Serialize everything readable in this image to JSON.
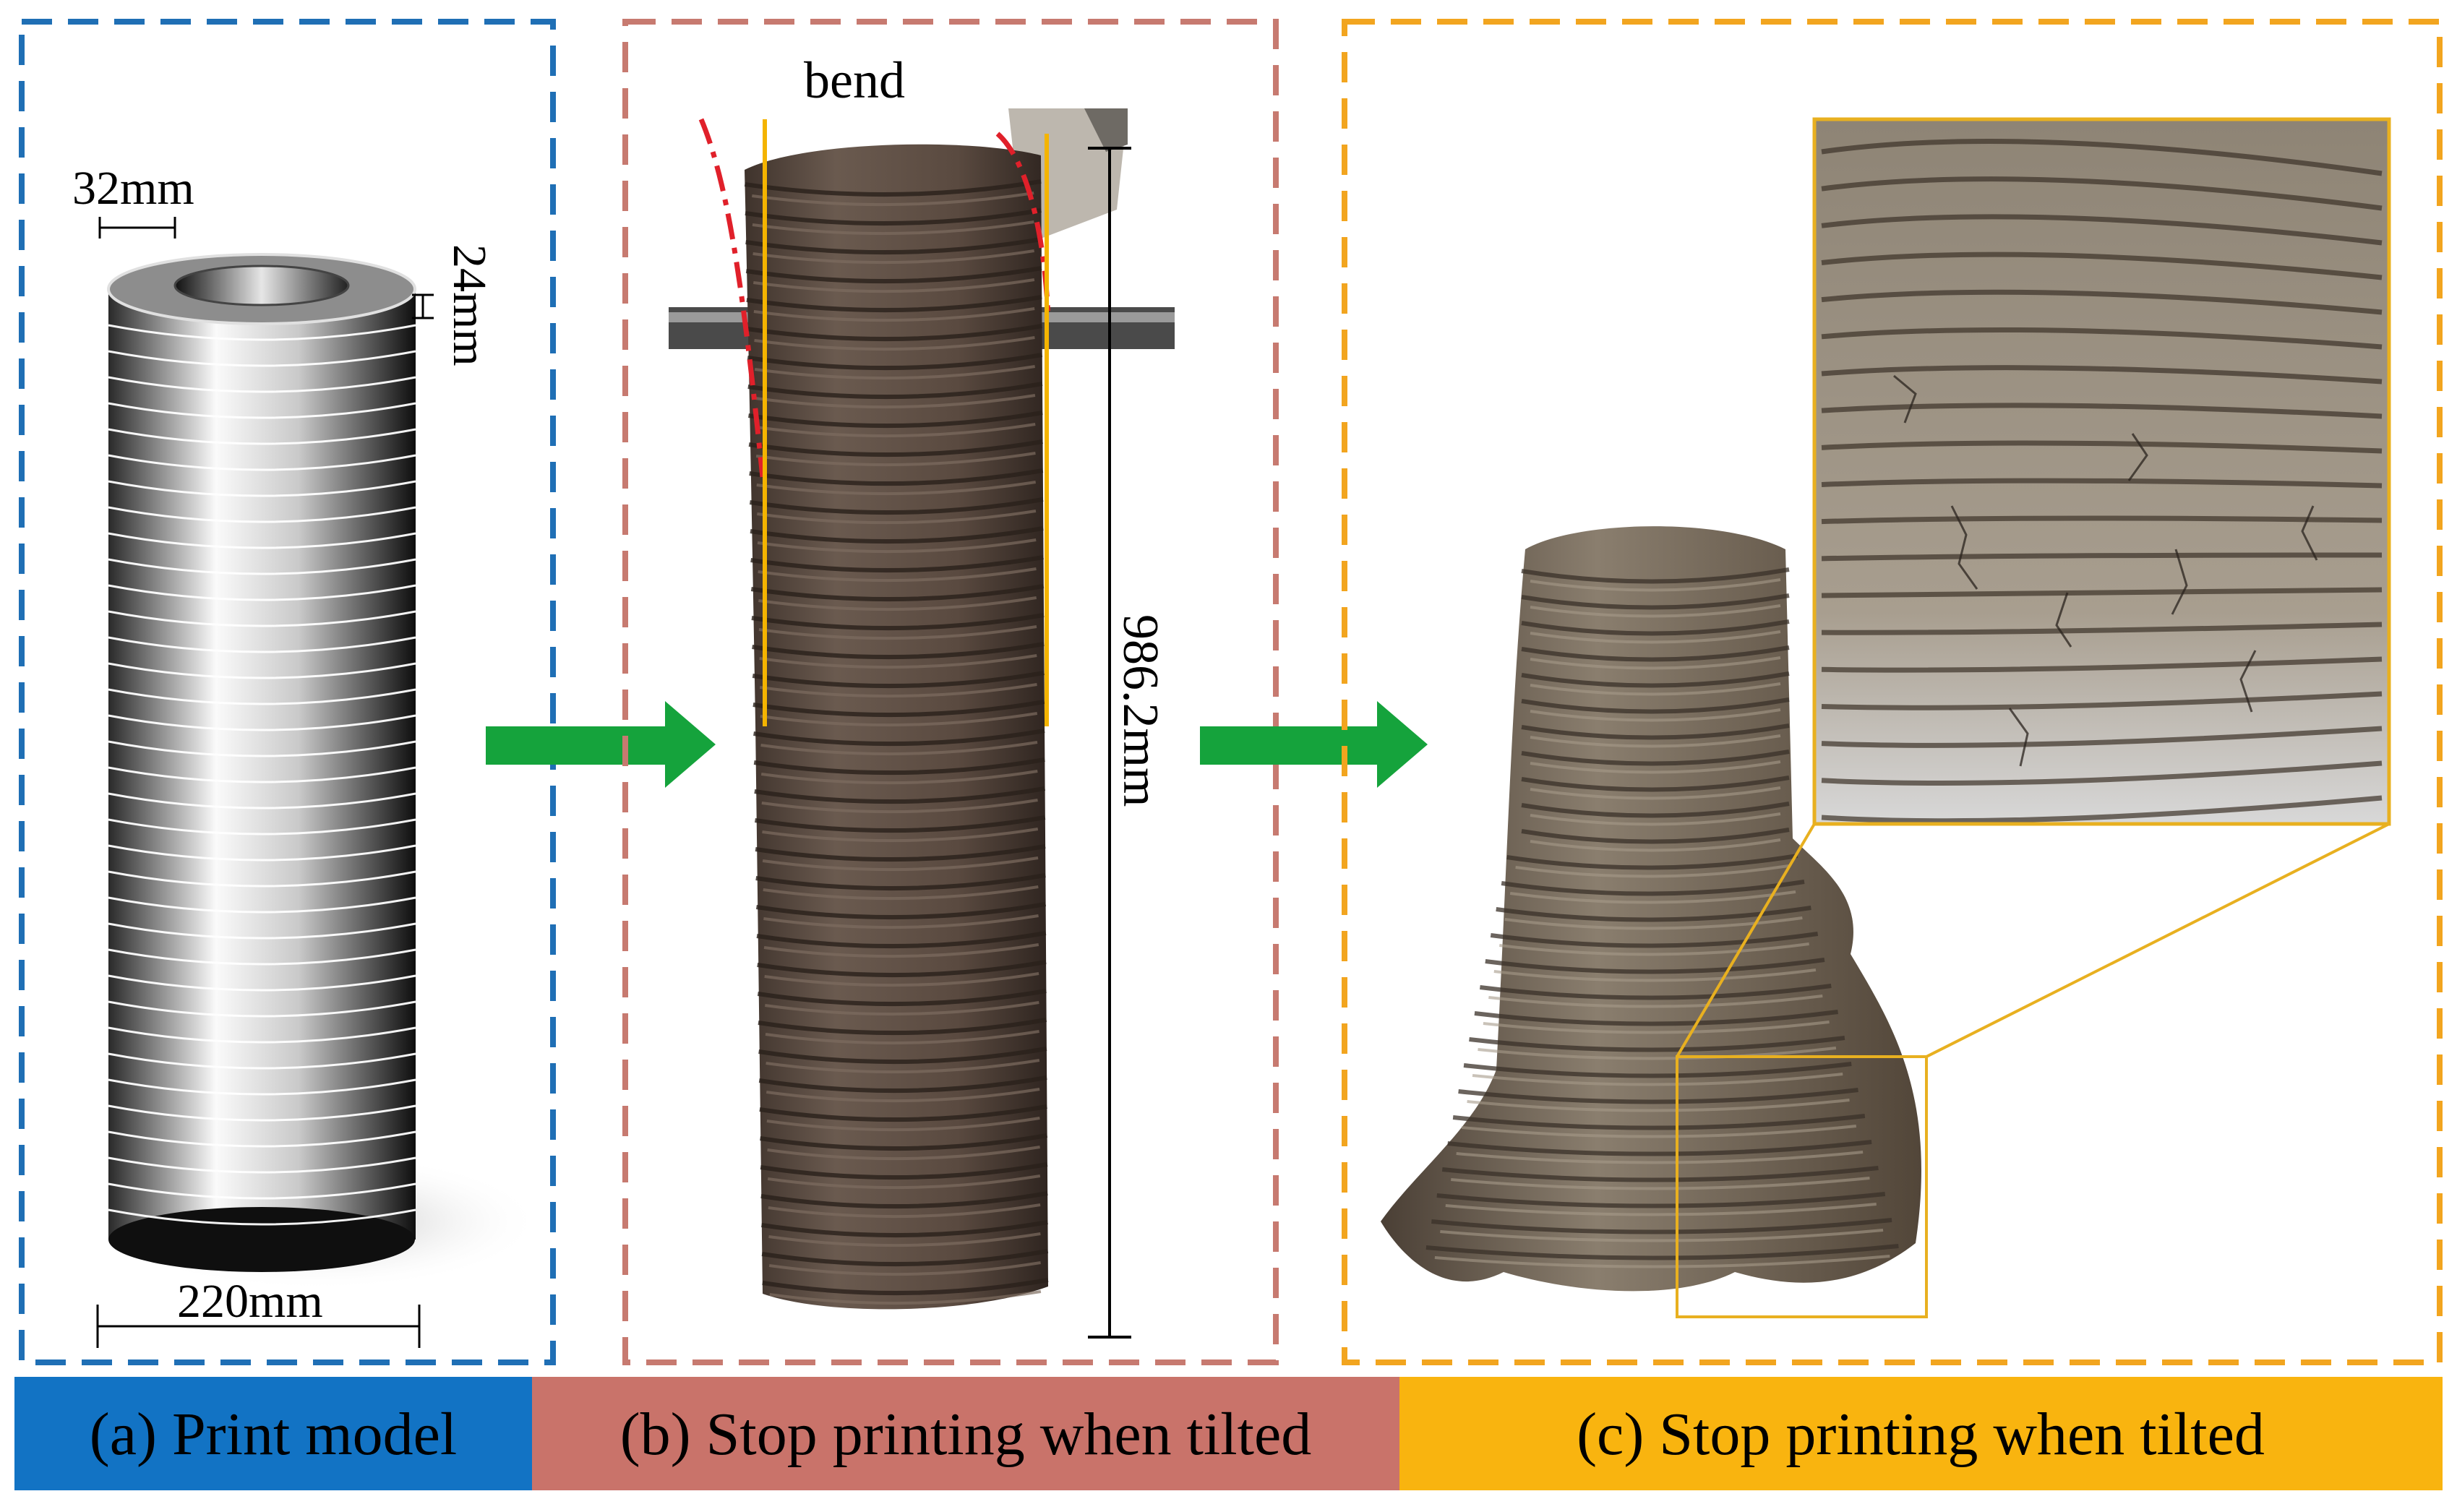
{
  "colors": {
    "panel_a": "#1f6fb5",
    "panel_b": "#c77a70",
    "panel_c": "#f2a51f",
    "caption_a_bg": "#1273c4",
    "caption_b_bg": "#c9736a",
    "caption_c_bg": "#f9b40f",
    "arrow": "#15a33c",
    "bend_line": "#e0202a",
    "guide_line": "#f4b400",
    "zoom_box": "#e8b020",
    "clay_dark": "#5b4a40",
    "clay_light": "#8f8373"
  },
  "panel_a": {
    "dim_top": "32mm",
    "dim_side": "24mm",
    "dim_bottom": "220mm",
    "caption": "(a) Print model"
  },
  "panel_b": {
    "label_bend": "bend",
    "dim_height": "986.2mm",
    "caption": "(b) Stop printing when tilted"
  },
  "panel_c": {
    "caption": "(c) Stop printing when tilted"
  },
  "icons": {
    "arrow_ab": "right-arrow-icon",
    "arrow_bc": "right-arrow-icon"
  }
}
